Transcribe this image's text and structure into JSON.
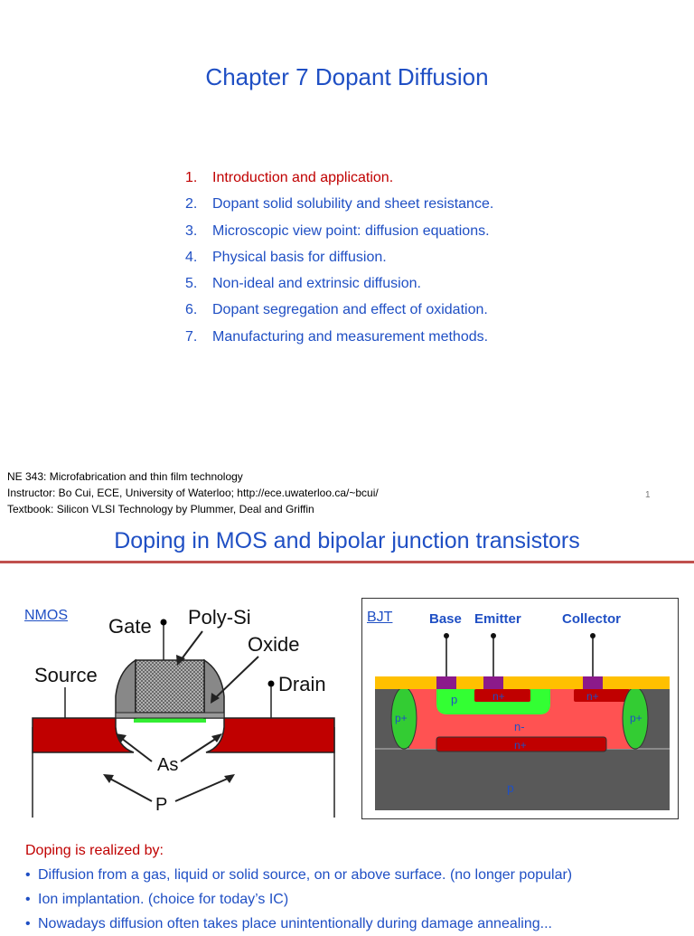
{
  "slide1": {
    "title": "Chapter 7 Dopant Diffusion",
    "toc": [
      {
        "num": "1.",
        "text": "Introduction and application."
      },
      {
        "num": "2.",
        "text": "Dopant solid solubility and sheet resistance."
      },
      {
        "num": "3.",
        "text": "Microscopic view point: diffusion equations."
      },
      {
        "num": "4.",
        "text": "Physical basis for diffusion."
      },
      {
        "num": "5.",
        "text": "Non-ideal and extrinsic diffusion."
      },
      {
        "num": "6.",
        "text": "Dopant segregation and effect of oxidation."
      },
      {
        "num": "7.",
        "text": "Manufacturing and measurement methods."
      }
    ],
    "footer": [
      "NE 343: Microfabrication and thin film technology",
      "Instructor: Bo Cui, ECE, University of Waterloo; http://ece.uwaterloo.ca/~bcui/",
      "Textbook: Silicon VLSI Technology by Plummer, Deal and Griffin"
    ],
    "page_number": "1"
  },
  "slide2": {
    "title": "Doping in MOS and bipolar junction transistors",
    "nmos": {
      "label": "NMOS",
      "gate": "Gate",
      "polysi": "Poly-Si",
      "oxide": "Oxide",
      "source": "Source",
      "drain": "Drain",
      "as": "As",
      "p": "P"
    },
    "bjt": {
      "label": "BJT",
      "base": "Base",
      "emitter": "Emitter",
      "collector": "Collector",
      "p_base": "p",
      "n_plus_emitter": "n+",
      "n_plus_collector": "n+",
      "p_plus_left": "p+",
      "p_plus_right": "p+",
      "n_minus": "n-",
      "n_plus_buried": "n+",
      "p_sub": "p"
    },
    "bullets": {
      "lead": "Doping is realized by:",
      "items": [
        "Diffusion from a gas, liquid or solid source, on or above surface. (no longer popular)",
        "Ion implantation. (choice for today’s IC)",
        "Nowadays diffusion often takes place unintentionally during damage annealing..."
      ]
    }
  },
  "colors": {
    "title_blue": "#1f4fc4",
    "accent_red": "#c00000",
    "n_region_red": "#ff5252",
    "p_base_green": "#33ff33",
    "contact_purple": "#8b1a8b",
    "oxide_yellow": "#ffc000",
    "substrate_gray": "#595959"
  }
}
